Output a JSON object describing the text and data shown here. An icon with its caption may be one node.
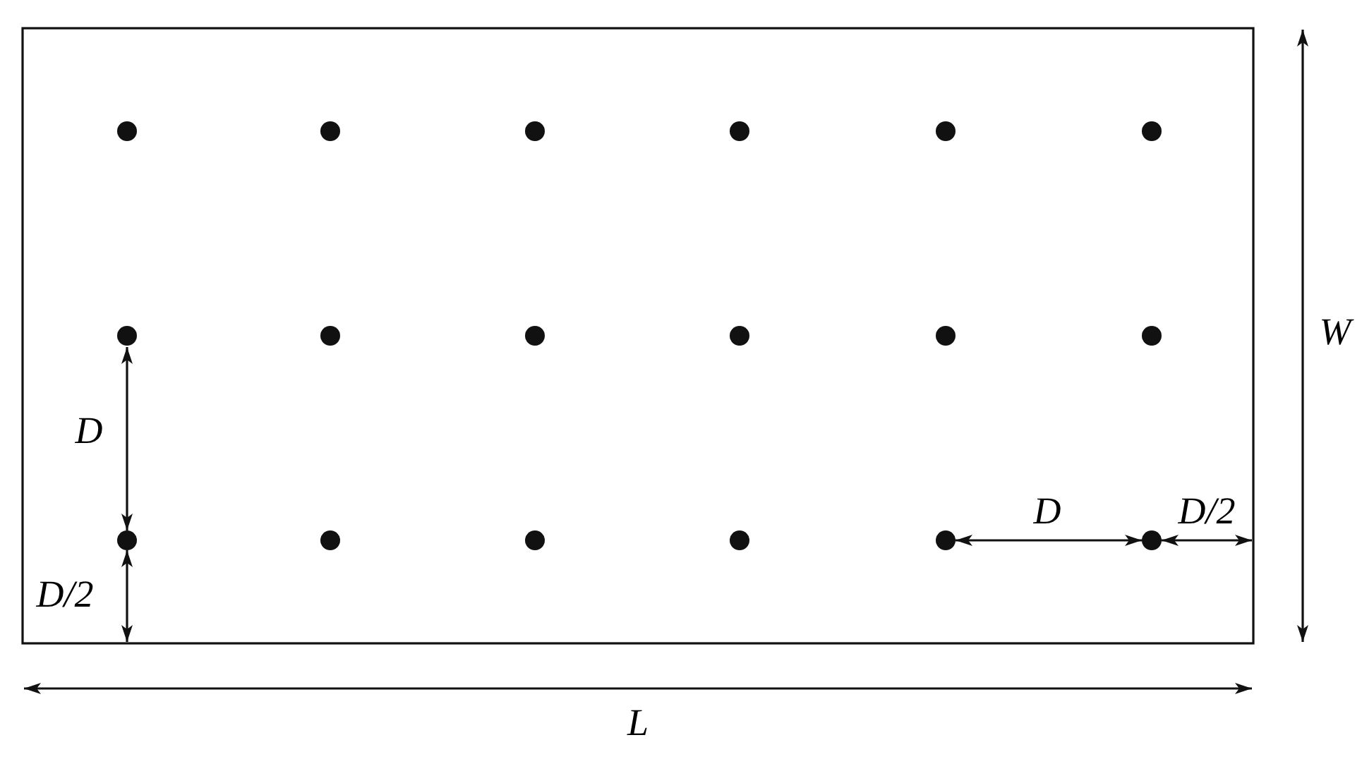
{
  "diagram": {
    "labels": [
      "W",
      "D",
      "D",
      "D/2",
      "D/2",
      "L"
    ]
  }
}
